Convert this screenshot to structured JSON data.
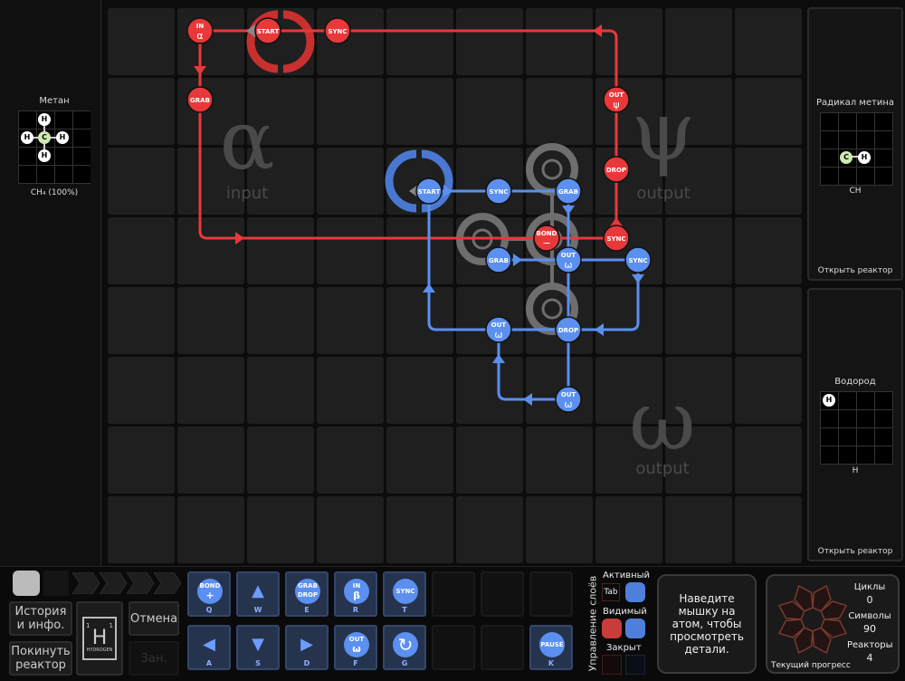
{
  "inputs_panel": {
    "title": "Метан",
    "formula": "CH₄ (100%)",
    "atoms": [
      "H",
      "H",
      "C",
      "H",
      "H"
    ]
  },
  "board": {
    "zones": [
      {
        "symbol": "α",
        "label": "input"
      },
      {
        "symbol": "ψ",
        "label": "output"
      },
      {
        "symbol": "ω",
        "label": "output"
      }
    ],
    "red_instructions": [
      {
        "top": "IN",
        "bottom": "α"
      },
      {
        "top": "START",
        "bottom": ""
      },
      {
        "top": "SYNC",
        "bottom": ""
      },
      {
        "top": "GRAB",
        "bottom": ""
      },
      {
        "top": "OUT",
        "bottom": "ψ"
      },
      {
        "top": "DROP",
        "bottom": ""
      },
      {
        "top": "SYNC",
        "bottom": ""
      },
      {
        "top": "BOND",
        "bottom": "−"
      }
    ],
    "blue_instructions": [
      {
        "top": "START",
        "bottom": ""
      },
      {
        "top": "SYNC",
        "bottom": ""
      },
      {
        "top": "GRAB",
        "bottom": ""
      },
      {
        "top": "OUT",
        "bottom": "ω"
      },
      {
        "top": "GRAB",
        "bottom": ""
      },
      {
        "top": "SYNC",
        "bottom": ""
      },
      {
        "top": "DROP",
        "bottom": ""
      },
      {
        "top": "OUT",
        "bottom": "ω"
      },
      {
        "top": "OUT",
        "bottom": "ω"
      }
    ],
    "colors": {
      "red": "#e8383a",
      "blue": "#5b8ff0",
      "ghost": "#777777"
    }
  },
  "outputs": [
    {
      "title": "Радикал метина",
      "formula": "CH",
      "button": "Открыть реактор"
    },
    {
      "title": "Водород",
      "formula": "H",
      "button": "Открыть реактор"
    }
  ],
  "controls": {
    "history": "История и инфо.",
    "leave": "Покинуть реактор",
    "undo": "Отмена",
    "busy": "Зан.",
    "element": {
      "symbol": "H",
      "number": "1",
      "mass": "1",
      "name": "HYDROGEN"
    },
    "keys_top": [
      {
        "top": "BOND",
        "bottom": "+",
        "key": "Q"
      },
      {
        "icon": "arrow-up",
        "key": "W"
      },
      {
        "top": "GRAB",
        "bottom": "DROP",
        "key": "E"
      },
      {
        "top": "IN",
        "bottom": "β",
        "key": "R"
      },
      {
        "top": "SYNC",
        "bottom": "",
        "key": "T"
      }
    ],
    "keys_bottom": [
      {
        "icon": "arrow-left",
        "key": "A"
      },
      {
        "icon": "arrow-down",
        "key": "S"
      },
      {
        "icon": "arrow-right",
        "key": "D"
      },
      {
        "top": "OUT",
        "bottom": "ω",
        "key": "F"
      },
      {
        "icon": "rotate",
        "key": "G"
      }
    ],
    "pause": {
      "label": "PAUSE",
      "key": "K"
    }
  },
  "layers": {
    "title": "Управление слоёв",
    "active": "Активный",
    "tab": "Tab",
    "visible": "Видимый",
    "locked": "Закрыт"
  },
  "hint": "Наведите мышку на атом, чтобы просмотреть детали.",
  "progress": {
    "label": "Текущий прогресс",
    "cycles_label": "Циклы",
    "cycles": "0",
    "symbols_label": "Символы",
    "symbols": "90",
    "reactors_label": "Реакторы",
    "reactors": "4"
  }
}
